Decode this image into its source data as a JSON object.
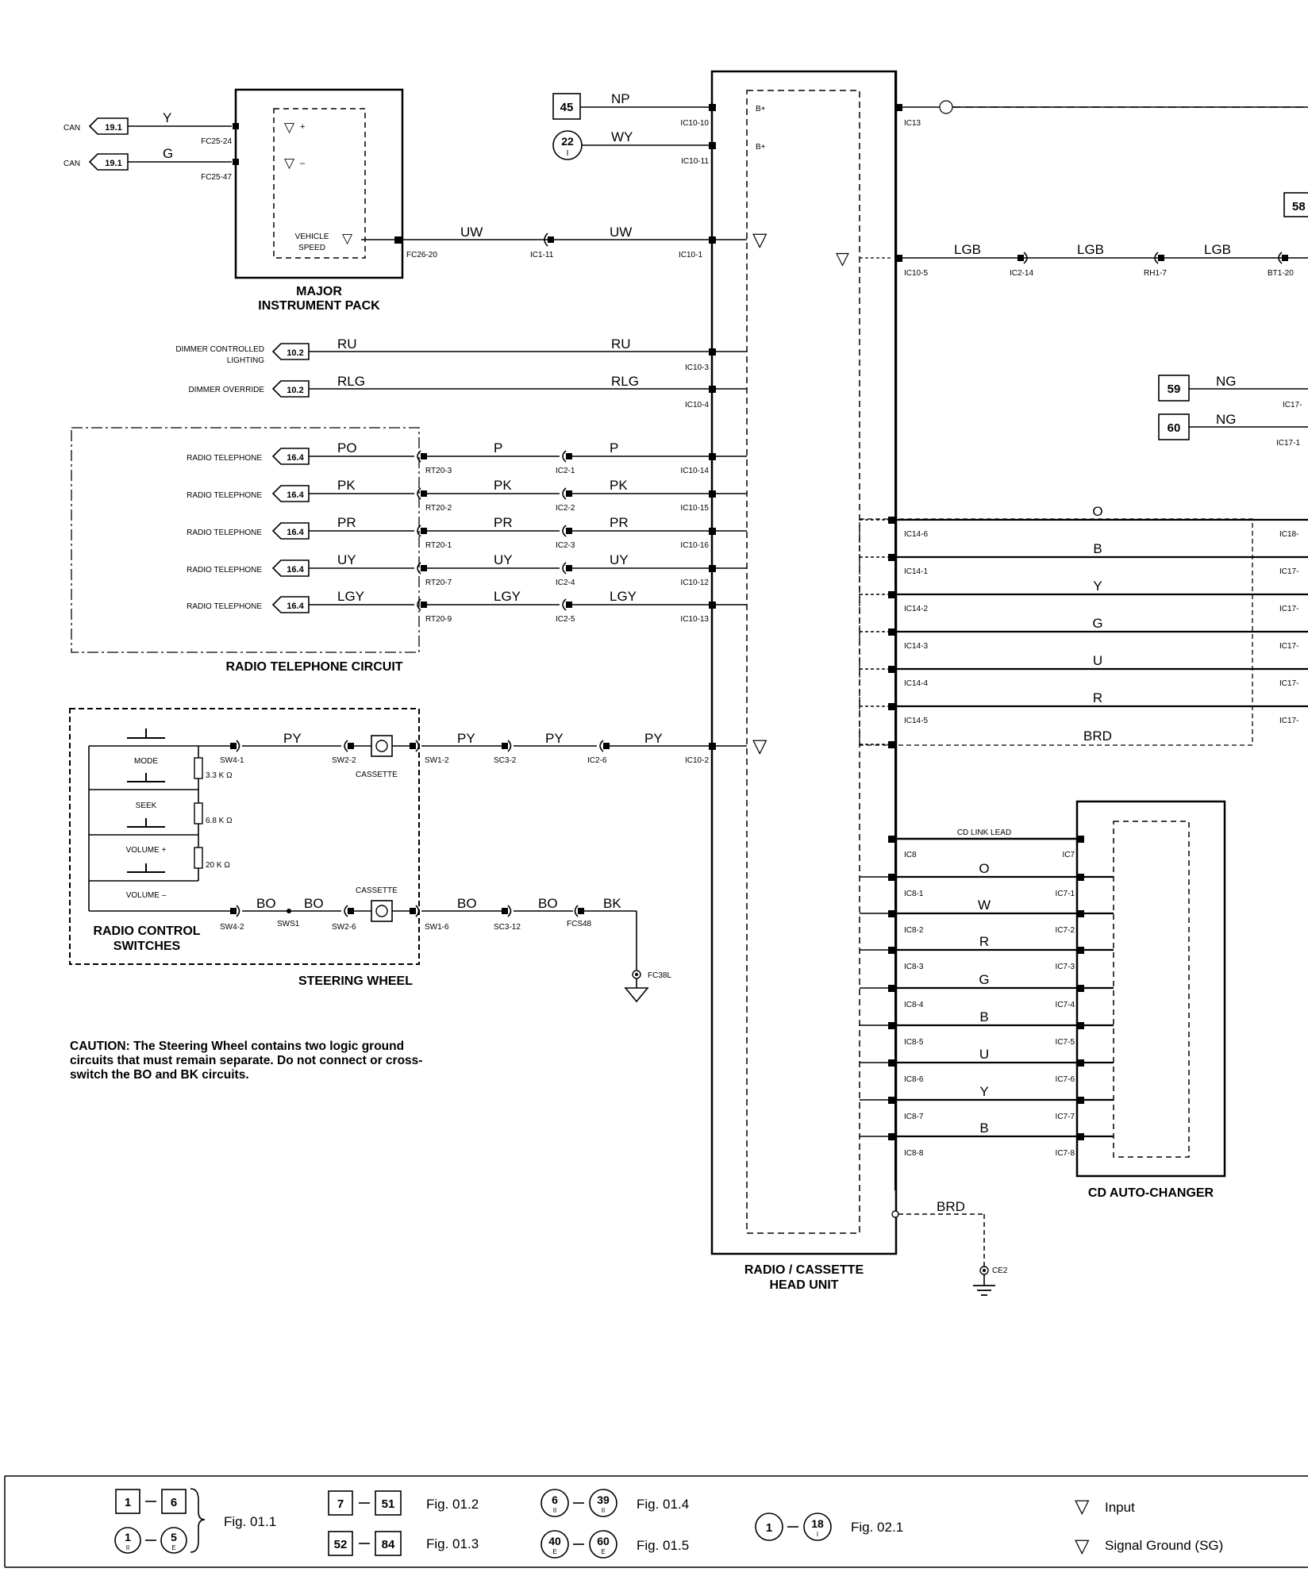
{
  "major_instrument_pack": {
    "title_line1": "MAJOR",
    "title_line2": "INSTRUMENT PACK",
    "vehicle_speed_line1": "VEHICLE",
    "vehicle_speed_line2": "SPEED",
    "signals": [
      {
        "label": "CAN",
        "ref": "19.1",
        "wire": "Y",
        "connector": "FC25-24",
        "sign": "+"
      },
      {
        "label": "CAN",
        "ref": "19.1",
        "wire": "G",
        "connector": "FC25-47",
        "sign": "–"
      }
    ],
    "speed_wire": {
      "connector": "FC26-20",
      "wire_left": "UW",
      "mid_connector": "IC1-11",
      "wire_right": "UW",
      "head_connector": "IC10-1"
    }
  },
  "head_unit": {
    "title_line1": "RADIO / CASSETTE",
    "title_line2": "HEAD UNIT",
    "power": [
      {
        "ref": "45",
        "wire": "NP",
        "connector": "IC10-10",
        "pin": "B+"
      },
      {
        "ref": "22",
        "sub": "I",
        "wire": "WY",
        "connector": "IC10-11",
        "pin": "B+"
      }
    ],
    "ic13": "IC13",
    "lgb_wire": {
      "connector": "IC10-5",
      "wire": "LGB",
      "c2": "IC2-14",
      "c3": "RH1-7",
      "c4": "BT1-20"
    },
    "right_refs": [
      {
        "ref": "58"
      },
      {
        "ref": "59",
        "wire": "NG",
        "connector": "IC17-"
      },
      {
        "ref": "60",
        "wire": "NG",
        "connector": "IC17-1"
      }
    ],
    "ground": {
      "wire": "BRD",
      "connector": "CE2"
    }
  },
  "dimmer": [
    {
      "label": "DIMMER CONTROLLED",
      "label2": "LIGHTING",
      "ref": "10.2",
      "wire": "RU",
      "connector": "IC10-3"
    },
    {
      "label": "DIMMER OVERRIDE",
      "ref": "10.2",
      "wire": "RLG",
      "connector": "IC10-4"
    }
  ],
  "radio_telephone": {
    "title": "RADIO TELEPHONE CIRCUIT",
    "rows": [
      {
        "label": "RADIO TELEPHONE",
        "ref": "16.4",
        "w1": "PO",
        "c1": "RT20-3",
        "w2": "P",
        "c2": "IC2-1",
        "w3": "P",
        "c3": "IC10-14"
      },
      {
        "label": "RADIO TELEPHONE",
        "ref": "16.4",
        "w1": "PK",
        "c1": "RT20-2",
        "w2": "PK",
        "c2": "IC2-2",
        "w3": "PK",
        "c3": "IC10-15"
      },
      {
        "label": "RADIO TELEPHONE",
        "ref": "16.4",
        "w1": "PR",
        "c1": "RT20-1",
        "w2": "PR",
        "c2": "IC2-3",
        "w3": "PR",
        "c3": "IC10-16"
      },
      {
        "label": "RADIO TELEPHONE",
        "ref": "16.4",
        "w1": "UY",
        "c1": "RT20-7",
        "w2": "UY",
        "c2": "IC2-4",
        "w3": "UY",
        "c3": "IC10-12"
      },
      {
        "label": "RADIO TELEPHONE",
        "ref": "16.4",
        "w1": "LGY",
        "c1": "RT20-9",
        "w2": "LGY",
        "c2": "IC2-5",
        "w3": "LGY",
        "c3": "IC10-13"
      }
    ]
  },
  "ic14": [
    {
      "connector": "IC14-6",
      "wire": "O",
      "right": "IC18-"
    },
    {
      "connector": "IC14-1",
      "wire": "B",
      "right": "IC17-"
    },
    {
      "connector": "IC14-2",
      "wire": "Y",
      "right": "IC17-"
    },
    {
      "connector": "IC14-3",
      "wire": "G",
      "right": "IC17-"
    },
    {
      "connector": "IC14-4",
      "wire": "U",
      "right": "IC17-"
    },
    {
      "connector": "IC14-5",
      "wire": "R",
      "right": "IC17-"
    },
    {
      "connector": "",
      "wire": "BRD",
      "right": ""
    }
  ],
  "steering": {
    "title": "STEERING WHEEL",
    "switches_line1": "RADIO CONTROL",
    "switches_line2": "SWITCHES",
    "buttons": [
      "MODE",
      "SEEK",
      "VOLUME +",
      "VOLUME –"
    ],
    "resistors": [
      "3.3 K Ω",
      "6.8 K Ω",
      "20 K Ω"
    ],
    "cassette": "CASSETTE",
    "row1": {
      "c1": "SW4-1",
      "w1": "PY",
      "c2": "SW2-2",
      "c3": "SW1-2",
      "w2": "PY",
      "c4": "SC3-2",
      "w3": "PY",
      "c5": "IC2-6",
      "w4": "PY",
      "c6": "IC10-2"
    },
    "row2": {
      "c1": "SW4-2",
      "w1": "BO",
      "splice": "SWS1",
      "w2": "BO",
      "c2": "SW2-6",
      "c3": "SW1-6",
      "w3": "BO",
      "c4": "SC3-12",
      "w4": "BO",
      "c5": "FCS48",
      "w5": "BK",
      "ground": "FC38L"
    }
  },
  "cd_changer": {
    "title": "CD AUTO-CHANGER",
    "link_lead": "CD LINK LEAD",
    "link_left": "IC8",
    "link_right": "IC7",
    "rows": [
      {
        "left": "IC8-1",
        "wire": "O",
        "right": "IC7-1"
      },
      {
        "left": "IC8-2",
        "wire": "W",
        "right": "IC7-2"
      },
      {
        "left": "IC8-3",
        "wire": "R",
        "right": "IC7-3"
      },
      {
        "left": "IC8-4",
        "wire": "G",
        "right": "IC7-4"
      },
      {
        "left": "IC8-5",
        "wire": "B",
        "right": "IC7-5"
      },
      {
        "left": "IC8-6",
        "wire": "U",
        "right": "IC7-6"
      },
      {
        "left": "IC8-7",
        "wire": "Y",
        "right": "IC7-7"
      },
      {
        "left": "IC8-8",
        "wire": "B",
        "right": "IC7-8"
      }
    ]
  },
  "caution": "CAUTION:  The Steering Wheel contains two logic ground circuits that must remain separate.  Do not connect or cross-switch the BO and BK circuits.",
  "legend": {
    "fig011": "Fig. 01.1",
    "fig012": "Fig. 01.2",
    "fig013": "Fig. 01.3",
    "fig014": "Fig. 01.4",
    "fig015": "Fig. 01.5",
    "fig021": "Fig. 02.1",
    "input_label": "Input",
    "sg_label": "Signal Ground (SG)",
    "a1": "1",
    "a2": "6",
    "b1": "1",
    "b1s": "II",
    "b2": "5",
    "b2s": "E",
    "c1": "7",
    "c2": "51",
    "d1": "52",
    "d2": "84",
    "e1": "6",
    "e1s": "II",
    "e2": "39",
    "e2s": "II",
    "f1": "40",
    "f1s": "E",
    "f2": "60",
    "f2s": "E",
    "g1": "1",
    "g2": "18",
    "g2s": "I"
  }
}
